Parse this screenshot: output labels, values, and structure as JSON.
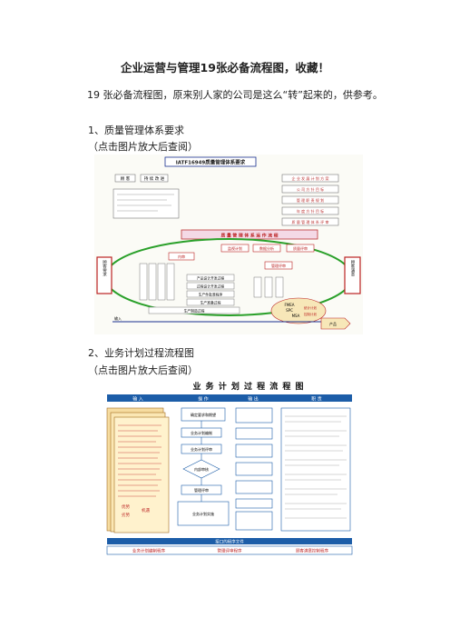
{
  "title": "企业运营与管理19张必备流程图，收藏！",
  "intro": "19 张必备流程图，原来别人家的公司是这么“转”起来的，供参考。",
  "sections": [
    {
      "heading": "1、质量管理体系要求",
      "note": "（点击图片放大后查阅）",
      "figure": {
        "title_box": "IATF16949质量管理体系要求",
        "left_top_a": "顾  客",
        "left_top_b": "持  续  改  进",
        "right_stack": [
          "企 业 发 展 计 划 方 案",
          "公  司  方  针  目  标",
          "管  理  职  责  规  划",
          "年  度  方  针  目  标",
          "质 量 管 理 体 系 评 审"
        ],
        "band": "质 量 管 理 体 系 运 作 流 程",
        "customer_left": "顾客要求",
        "customer_right": "顾客满意",
        "mid_labels": [
          "监视计划",
          "数据分析",
          "质量评审",
          "内审",
          "管理评审"
        ],
        "flow_labels": [
          "产品设计开发过程",
          "过程设计开发过程",
          "生产件批准程序",
          "生产准备过程",
          "生产制造过程"
        ],
        "oval": [
          "FMEA",
          "SPC",
          "MSA",
          "统计计划",
          "控制计划"
        ],
        "input": "输入",
        "output": "产品"
      }
    },
    {
      "heading": "2、业务计划过程流程图",
      "note": "（点击图片放大后查阅）",
      "figure": {
        "banner": "业 务 计 划 过 程 流 程 图",
        "cols": [
          "输  入",
          "操  作",
          "输  出",
          "职  责"
        ],
        "mid_boxes": [
          "确定要求和期望",
          "业务计划编制",
          "业务计划评审",
          "内部审核",
          "管理评审",
          "业务计划实施"
        ],
        "left_notes": [
          "优势",
          "劣势",
          "机遇"
        ],
        "footer": "接口的程序文件",
        "footer_items": [
          "业务计划编制程序",
          "管理评审程序",
          "顾客满意控制程序"
        ]
      }
    }
  ]
}
